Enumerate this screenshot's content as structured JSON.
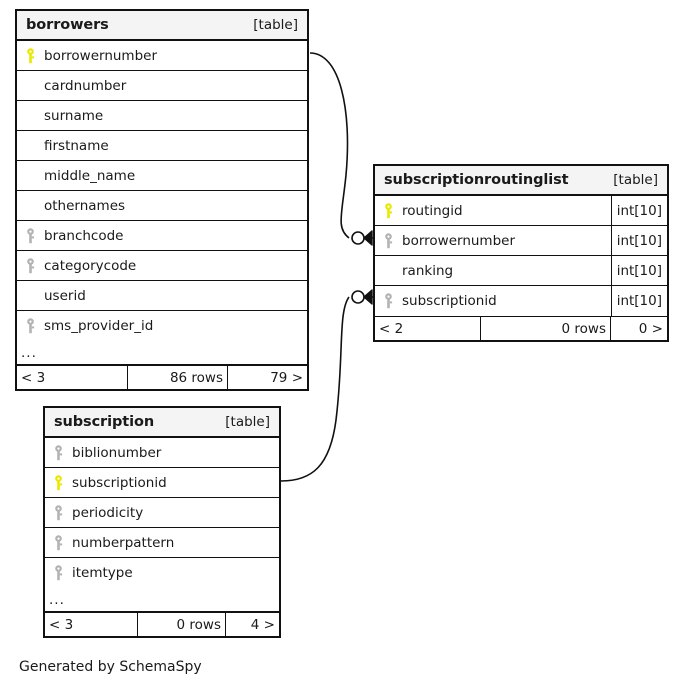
{
  "diagram": {
    "caption": "Generated by SchemaSpy",
    "table_tag": "[table]",
    "ellipsis": "...",
    "colors": {
      "primary_key": "#e8e800",
      "foreign_key": "#b3b3b3",
      "header_bg": "#f4f4f4",
      "border": "#111111",
      "background": "#ffffff"
    }
  },
  "tables": {
    "borrowers": {
      "name": "borrowers",
      "tag": "[table]",
      "columns": [
        {
          "name": "borrowernumber",
          "key": "primary",
          "type": ""
        },
        {
          "name": "cardnumber",
          "key": "none",
          "type": ""
        },
        {
          "name": "surname",
          "key": "none",
          "type": ""
        },
        {
          "name": "firstname",
          "key": "none",
          "type": ""
        },
        {
          "name": "middle_name",
          "key": "none",
          "type": ""
        },
        {
          "name": "othernames",
          "key": "none",
          "type": ""
        },
        {
          "name": "branchcode",
          "key": "foreign",
          "type": ""
        },
        {
          "name": "categorycode",
          "key": "foreign",
          "type": ""
        },
        {
          "name": "userid",
          "key": "none",
          "type": ""
        },
        {
          "name": "sms_provider_id",
          "key": "foreign",
          "type": ""
        }
      ],
      "more_indicator": "...",
      "footer": {
        "left": "< 3",
        "middle": "86 rows",
        "right": "79 >"
      }
    },
    "subscriptionroutinglist": {
      "name": "subscriptionroutinglist",
      "tag": "[table]",
      "columns": [
        {
          "name": "routingid",
          "key": "primary",
          "type": "int[10]"
        },
        {
          "name": "borrowernumber",
          "key": "foreign",
          "type": "int[10]"
        },
        {
          "name": "ranking",
          "key": "none",
          "type": "int[10]"
        },
        {
          "name": "subscriptionid",
          "key": "foreign",
          "type": "int[10]"
        }
      ],
      "more_indicator": "",
      "footer": {
        "left": "< 2",
        "middle": "0 rows",
        "right": "0 >"
      }
    },
    "subscription": {
      "name": "subscription",
      "tag": "[table]",
      "columns": [
        {
          "name": "biblionumber",
          "key": "foreign",
          "type": ""
        },
        {
          "name": "subscriptionid",
          "key": "primary",
          "type": ""
        },
        {
          "name": "periodicity",
          "key": "foreign",
          "type": ""
        },
        {
          "name": "numberpattern",
          "key": "foreign",
          "type": ""
        },
        {
          "name": "itemtype",
          "key": "foreign",
          "type": ""
        }
      ],
      "more_indicator": "...",
      "footer": {
        "left": "< 3",
        "middle": "0 rows",
        "right": "4 >"
      }
    }
  },
  "relationships": [
    {
      "from_table": "borrowers",
      "from_column": "borrowernumber",
      "to_table": "subscriptionroutinglist",
      "to_column": "borrowernumber",
      "cardinality": "zero-or-many"
    },
    {
      "from_table": "subscription",
      "from_column": "subscriptionid",
      "to_table": "subscriptionroutinglist",
      "to_column": "subscriptionid",
      "cardinality": "zero-or-many"
    }
  ]
}
